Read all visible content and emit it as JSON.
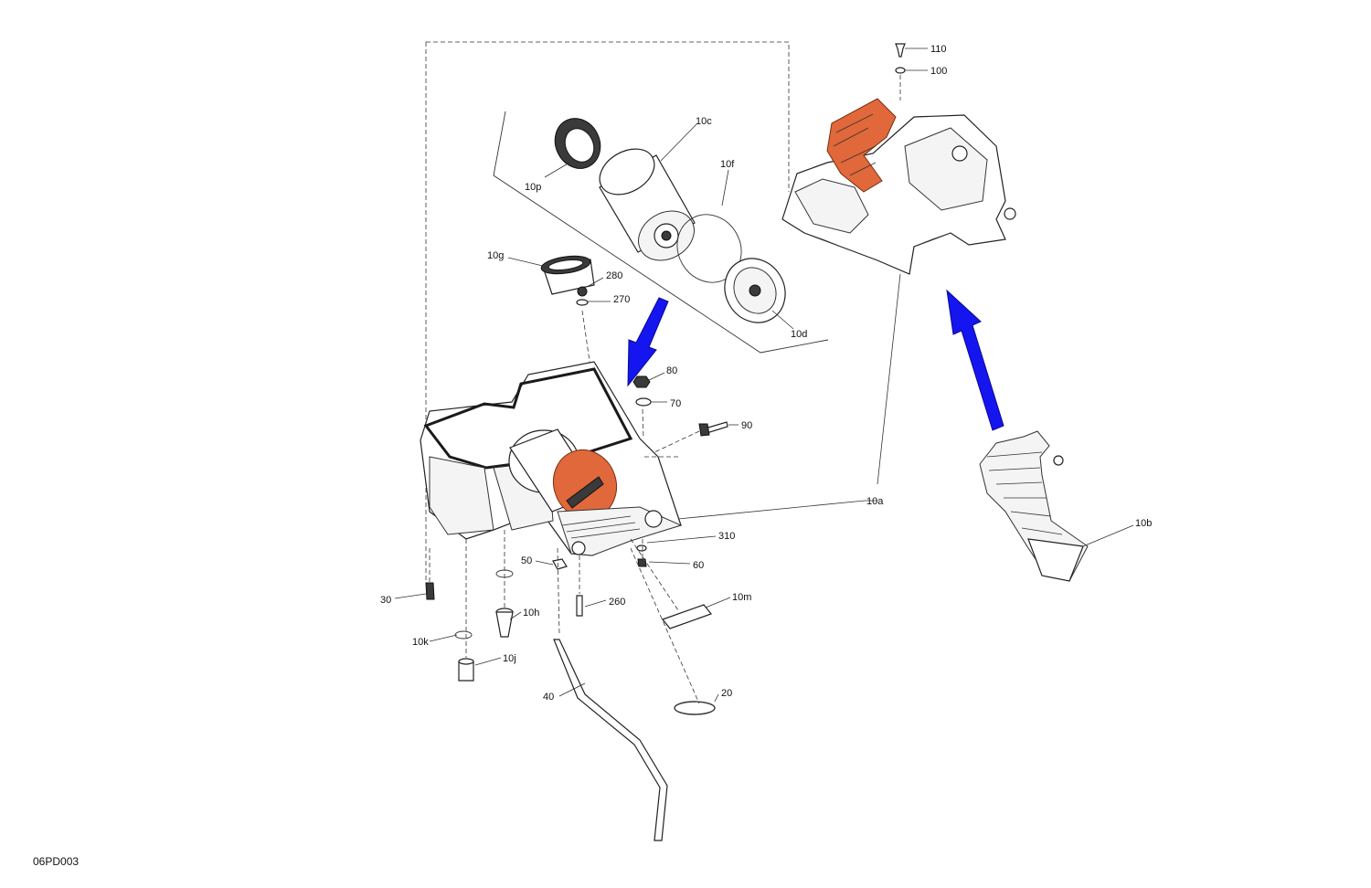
{
  "diagram": {
    "code": "06PD003",
    "colors": {
      "highlight": "#e0683a",
      "arrow": "#1515f0",
      "line": "#222222"
    },
    "callouts": {
      "c110": "110",
      "c100": "100",
      "c10c": "10c",
      "c10f": "10f",
      "c10p": "10p",
      "c10g": "10g",
      "c280": "280",
      "c270": "270",
      "c10d": "10d",
      "c80": "80",
      "c70": "70",
      "c90": "90",
      "c10a": "10a",
      "c10b": "10b",
      "c310": "310",
      "c50": "50",
      "c60": "60",
      "c30": "30",
      "c10h": "10h",
      "c260": "260",
      "c10m": "10m",
      "c10k": "10k",
      "c10j": "10j",
      "c40": "40",
      "c20": "20"
    }
  }
}
